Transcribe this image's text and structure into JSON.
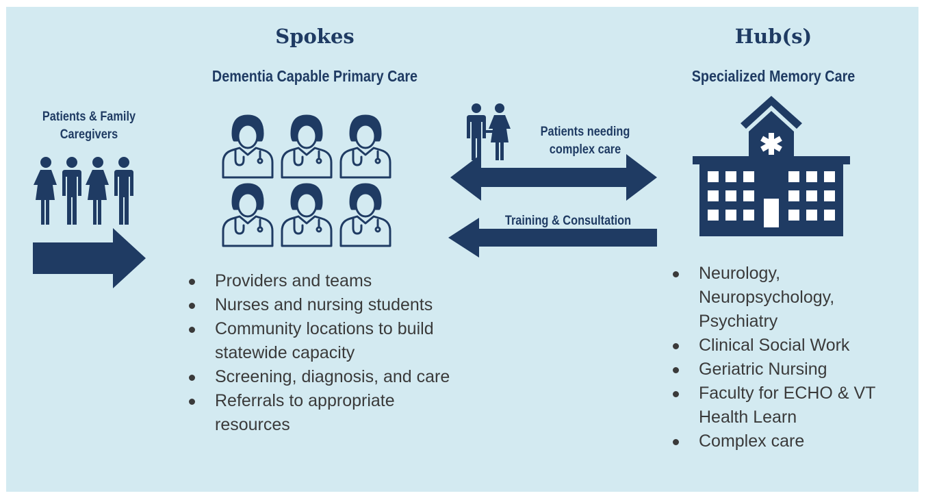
{
  "spokes": {
    "title": "Spokes",
    "subtitle": "Dementia Capable Primary Care",
    "bullets": [
      "Providers and teams",
      "Nurses and nursing students",
      "Community locations to build statewide capacity",
      "Screening, diagnosis, and care",
      "Referrals to appropriate resources"
    ]
  },
  "hub": {
    "title": "Hub(s)",
    "subtitle": "Specialized Memory Care",
    "bullets": [
      "Neurology, Neuropsychology, Psychiatry",
      "Clinical Social Work",
      "Geriatric Nursing",
      "Faculty for ECHO & VT Health Learn",
      "Complex care"
    ]
  },
  "patients": {
    "label_line1": "Patients & Family",
    "label_line2": "Caregivers"
  },
  "arrows": {
    "complex_line1": "Patients needing",
    "complex_line2": "complex care",
    "training": "Training & Consultation"
  },
  "icons": {
    "family": "family-icon",
    "providers": "doctor-icon",
    "couple": "couple-icon",
    "hospital": "hospital-icon"
  },
  "colors": {
    "background": "#d3eaf1",
    "navy": "#1f3b63",
    "text": "#3a3a3a"
  }
}
